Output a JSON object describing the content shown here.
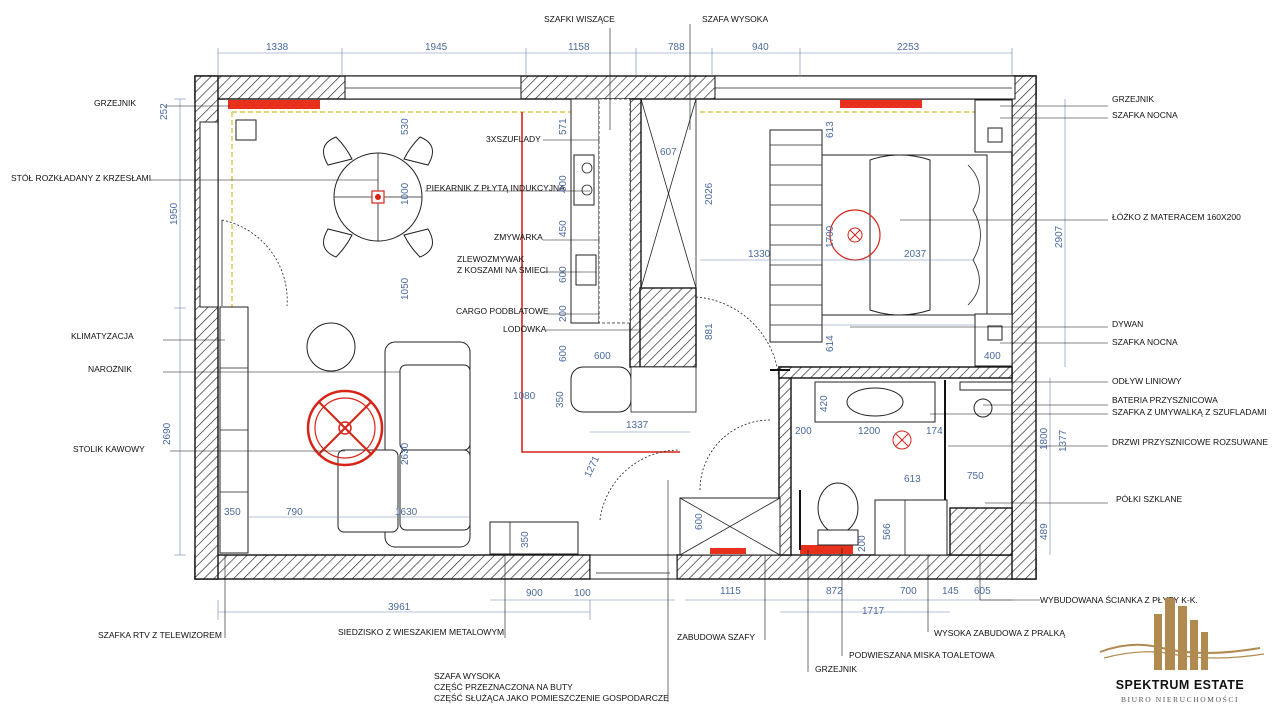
{
  "labels": {
    "szafki_wiszace": "SZAFKI WISZĄCE",
    "szafa_wysoka_top": "SZAFA WYSOKA",
    "grzejnik_left": "GRZEJNIK",
    "grzejnik_right": "GRZEJNIK",
    "grzejnik_bottom": "GRZEJNIK",
    "szafka_nocna_top": "SZAFKA NOCNA",
    "szafka_nocna_bottom": "SZAFKA NOCNA",
    "stol": "STÓŁ ROZKŁADANY Z KRZESŁAMI",
    "szuflady": "3XSZUFLADY",
    "piekarnik": "PIEKARNIK Z PŁYTĄ INDUKCYJNĄ",
    "lozko": "ŁÓŻKO Z MATERACEM 160X200",
    "zmywarka": "ZMYWARKA",
    "zlewozmywak_1": "ZLEWOZMYWAK",
    "zlewozmywak_2": "Z KOSZAMI NA ŚMIECI",
    "cargo": "CARGO PODBLATOWE",
    "lodowka": "LODÓWKA",
    "klimatyzacja": "KLIMATYZACJA",
    "dywan": "DYWAN",
    "naroznik": "NAROŻNIK",
    "odplyw": "ODŁYW LINIOWY",
    "bateria": "BATERIA PRZYSZNICOWA",
    "szafka_umywalka": "SZAFKA Z UMYWALKĄ Z SZUFLADAMI",
    "stolik": "STOLIK KAWOWY",
    "drzwi_przysznicowe": "DRZWI PRZYSZNICOWE ROZSUWANE",
    "polki": "PÓŁKI SZKLANE",
    "scianka": "WYBUDOWANA ŚCIANKA Z PŁYTY K-K.",
    "szafka_rtv": "SZAFKA RTV Z TELEWIZOREM",
    "siedzisko": "SIEDZISKO Z WIESZAKIEM METALOWYM",
    "zabudowa_szafy": "ZABUDOWA SZAFY",
    "wysoka_zabudowa": "WYSOKA ZABUDOWA Z PRALKĄ",
    "miska": "PODWIESZANA MISKA TOALETOWA",
    "szafa_wysoka_1": "SZAFA WYSOKA",
    "szafa_wysoka_2": "CZĘŚĆ PRZEZNACZONA NA BUTY",
    "szafa_wysoka_3": "CZĘŚĆ SŁUŻĄCA JAKO POMIESZCZENIE GOSPODARCZE"
  },
  "dims_top": [
    "1338",
    "1945",
    "1158",
    "788",
    "940",
    "2253"
  ],
  "dims_bottom": [
    "900",
    "100",
    "1115",
    "872",
    "700",
    "145",
    "605"
  ],
  "dims_total": [
    "3961",
    "1717"
  ],
  "dims_inner": {
    "d252": "252",
    "d1950": "1950",
    "d2690": "2690",
    "d530": "530",
    "d1000": "1000",
    "d1050": "1050",
    "d2630": "2630",
    "d571": "571",
    "d600a": "600",
    "d450": "450",
    "d600b": "600",
    "d200a": "200",
    "d600c": "600",
    "d607": "607",
    "d2026": "2026",
    "d881": "881",
    "d613a": "613",
    "d1700": "1700",
    "d2037": "2037",
    "d1330": "1330",
    "d614": "614",
    "d400": "400",
    "d2907": "2907",
    "d600d": "600",
    "d1080": "1080",
    "d350a": "350",
    "d1337": "1337",
    "d1271": "1271",
    "d790": "790",
    "d1630": "1630",
    "d350b": "350",
    "d350c": "350",
    "d600e": "600",
    "d420": "420",
    "d200b": "200",
    "d1200": "1200",
    "d174": "174",
    "d1800": "1800",
    "d1377": "1377",
    "d613b": "613",
    "d750": "750",
    "d566": "566",
    "d200c": "200",
    "d489": "489"
  },
  "colors": {
    "radiator": "#e8311c",
    "red_line": "#d62418",
    "dimension": "#4a6aa0",
    "brand_gold": "#b08a4e"
  },
  "brand": {
    "name": "SPEKTRUM ESTATE",
    "sub": "BIURO NIERUCHOMOŚCI"
  }
}
